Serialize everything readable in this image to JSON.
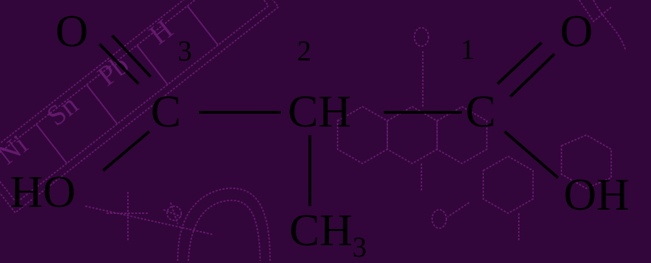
{
  "formula": {
    "atoms": {
      "o_left": "O",
      "c3": "C",
      "ho": "HO",
      "ch": "CH",
      "ch3_main": "CH",
      "ch3_sub": "3",
      "c1": "C",
      "o_right": "O",
      "oh": "OH"
    },
    "carbon_numbers": {
      "n3": "3",
      "n2": "2",
      "n1": "1"
    }
  },
  "background": {
    "element_tiles": [
      "Ni",
      "Sn",
      "Pb",
      "H"
    ]
  },
  "colors": {
    "background": "#32063a",
    "art": "#6a1c72",
    "text": "#000000"
  }
}
